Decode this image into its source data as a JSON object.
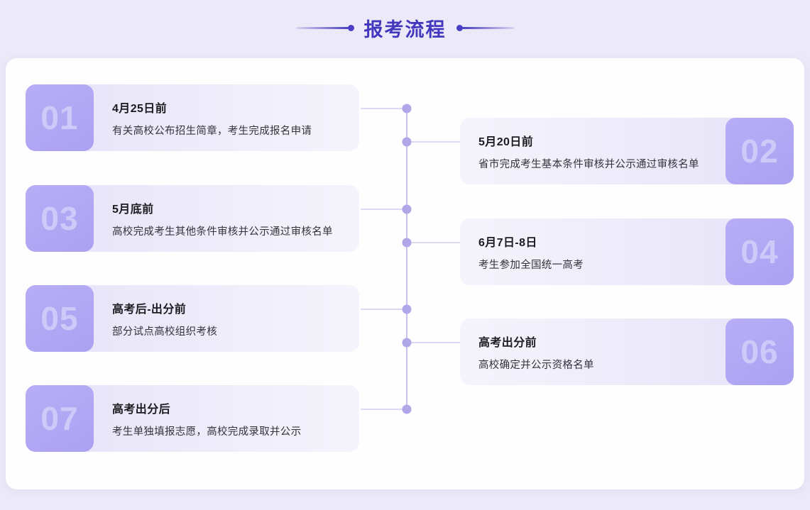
{
  "header": {
    "title": "报考流程",
    "decoration_color": "#4a3fc4"
  },
  "theme": {
    "page_background": "#eceaf8",
    "panel_background": "#fefeff",
    "badge_purple": "#b3aaf5",
    "badge_number_color": "#cfc9fa",
    "spine_color": "#c9c2ef",
    "dot_color": "#b0a7e9",
    "title_color": "#4337bd"
  },
  "steps": [
    {
      "number": "01",
      "side": "left",
      "heading": "4月25日前",
      "description": "有关高校公布招生简章，考生完成报名申请"
    },
    {
      "number": "02",
      "side": "right",
      "heading": "5月20日前",
      "description": "省市完成考生基本条件审核并公示通过审核名单"
    },
    {
      "number": "03",
      "side": "left",
      "heading": "5月底前",
      "description": "高校完成考生其他条件审核并公示通过审核名单"
    },
    {
      "number": "04",
      "side": "right",
      "heading": "6月7日-8日",
      "description": "考生参加全国统一高考"
    },
    {
      "number": "05",
      "side": "left",
      "heading": "高考后-出分前",
      "description": "部分试点高校组织考核"
    },
    {
      "number": "06",
      "side": "right",
      "heading": "高考出分前",
      "description": "高校确定并公示资格名单"
    },
    {
      "number": "07",
      "side": "left",
      "heading": "高考出分后",
      "description": "考生单独填报志愿，高校完成录取并公示"
    }
  ]
}
